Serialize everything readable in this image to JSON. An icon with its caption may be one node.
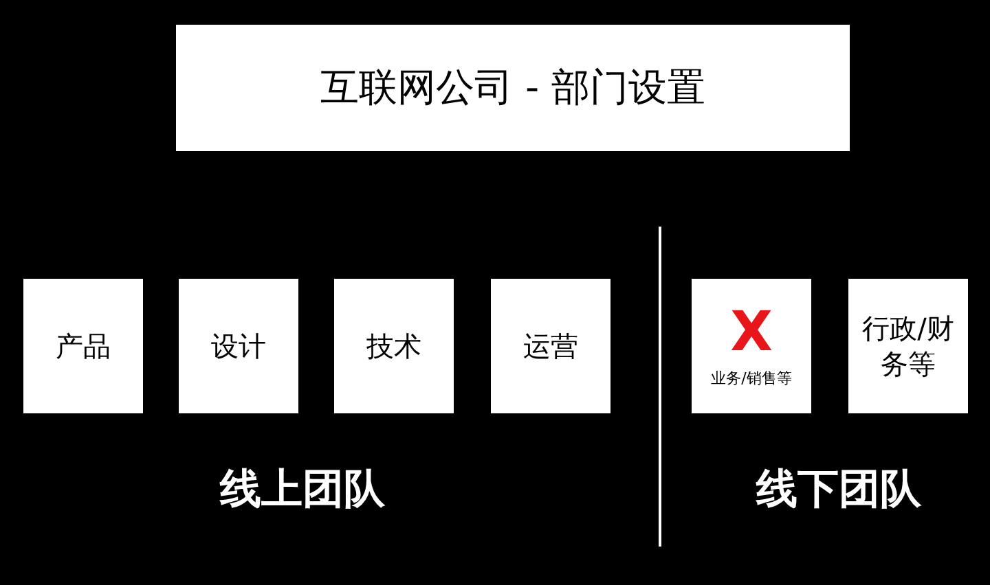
{
  "diagram": {
    "nodes": [
      {
        "text": [
          "互联网公司 - 部门设置"
        ]
      },
      {
        "text": [
          "产品"
        ]
      },
      {
        "text": [
          "设计"
        ]
      },
      {
        "text": [
          "技术"
        ]
      },
      {
        "text": [
          "运营"
        ]
      },
      {
        "text": [
          "X",
          "业务/销售等"
        ]
      },
      {
        "text": [
          "行政/财务等"
        ]
      }
    ],
    "edges": [],
    "labels": [
      "线上团队",
      "线下团队"
    ]
  }
}
